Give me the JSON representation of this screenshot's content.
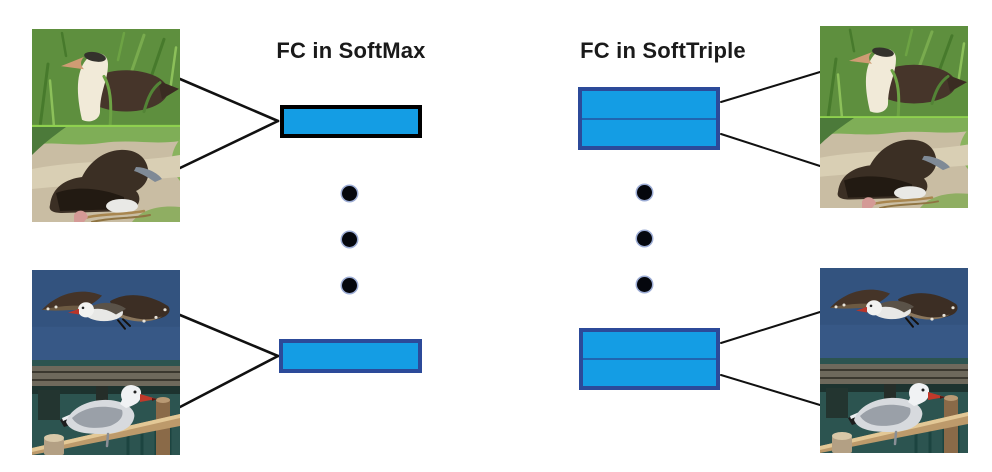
{
  "panels": {
    "softmax": {
      "title": "FC in SoftMax"
    },
    "softtriple": {
      "title": "FC in SoftTriple"
    }
  },
  "colors": {
    "rect-fill": "#149de4",
    "rect-border-navy": "#2c4a99",
    "rect-border-black": "#000000",
    "divider": "#2065b0",
    "connector": "#111111",
    "title-text": "#1a1a1a",
    "dot": "#05070d"
  },
  "photos": {
    "albatross_adult": "albatross-adult-photo",
    "albatross_chick": "albatross-chick-photo",
    "gull_flying": "gull-flying-photo",
    "gull_standing": "gull-standing-photo"
  },
  "ellipsis": {
    "dots_per_column": 3,
    "columns": 2
  }
}
